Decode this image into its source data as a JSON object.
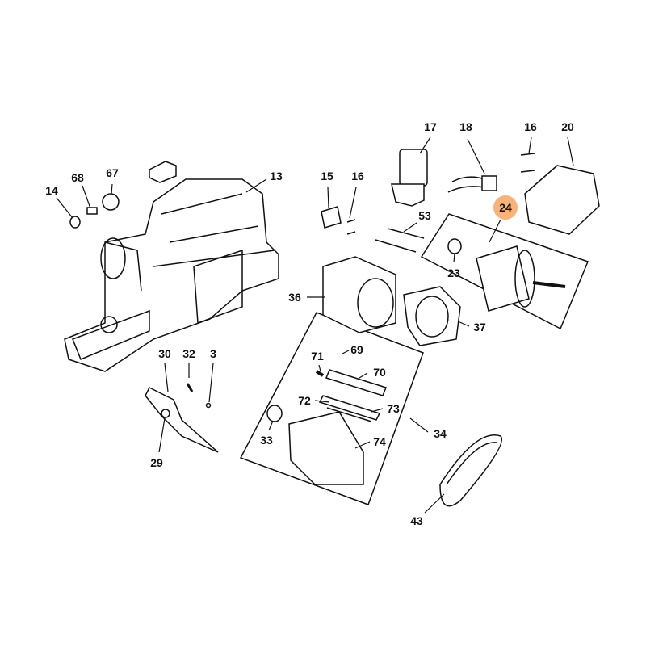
{
  "diagram": {
    "highlight_color": "#F7B37A",
    "highlighted_part": "24",
    "callouts": [
      "14",
      "68",
      "67",
      "13",
      "15",
      "16",
      "17",
      "18",
      "16",
      "20",
      "24",
      "53",
      "23",
      "36",
      "37",
      "71",
      "69",
      "70",
      "72",
      "73",
      "33",
      "74",
      "34",
      "30",
      "32",
      "3",
      "29",
      "43"
    ]
  }
}
